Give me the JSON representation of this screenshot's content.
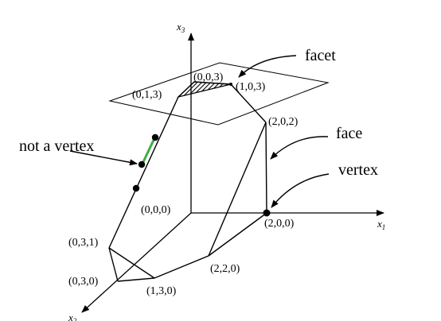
{
  "axes": {
    "x1": {
      "name": "x",
      "sub": "1"
    },
    "x2": {
      "name": "x",
      "sub": "2"
    },
    "x3": {
      "name": "x",
      "sub": "3"
    }
  },
  "vertices": {
    "v000": "(0,0,0)",
    "v003": "(0,0,3)",
    "v013": "(0,1,3)",
    "v103": "(1,0,3)",
    "v202": "(2,0,2)",
    "v200": "(2,0,0)",
    "v220": "(2,2,0)",
    "v130": "(1,3,0)",
    "v030": "(0,3,0)",
    "v031": "(0,3,1)"
  },
  "annotations": {
    "facet": "facet",
    "face": "face",
    "vertex": "vertex",
    "not_vertex": "not a vertex"
  },
  "colors": {
    "highlight_edge": "#3cb043",
    "ink": "#000000"
  }
}
